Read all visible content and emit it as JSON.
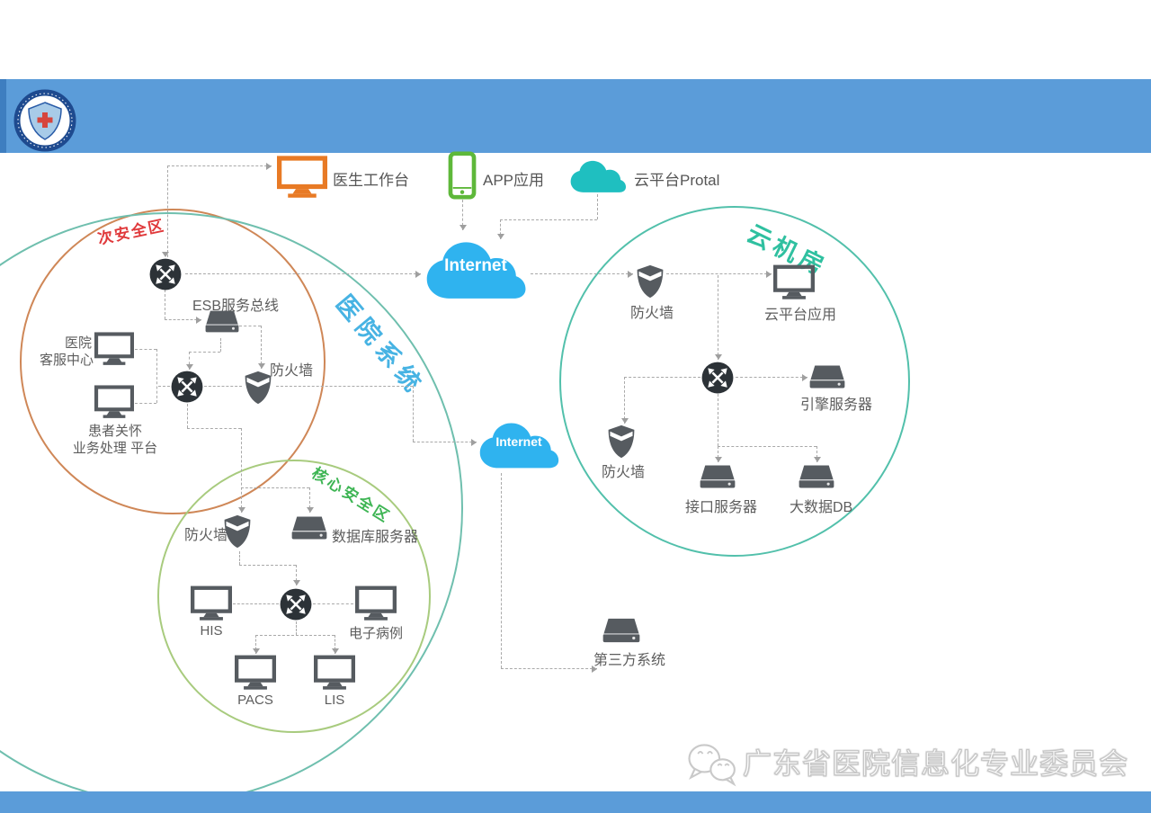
{
  "legend": {
    "doctor_workstation": "医生工作台",
    "app": "APP应用",
    "cloud_portal": "云平台Protal"
  },
  "internet": {
    "top": "Internet",
    "middle": "Internet"
  },
  "zones": {
    "secondary": "次安全区",
    "hospital_system": "医院系统",
    "core": "核心安全区",
    "cloud_room": "云机房"
  },
  "hospital_zone": {
    "esb": "ESB服务总线",
    "service_center_l1": "医院",
    "service_center_l2": "客服中心",
    "patient_care_l1": "患者关怀",
    "patient_care_l2": "业务处理 平台",
    "firewall": "防火墙"
  },
  "core_zone": {
    "firewall": "防火墙",
    "database_server": "数据库服务器",
    "his": "HIS",
    "emr": "电子病例",
    "pacs": "PACS",
    "lis": "LIS"
  },
  "cloud_zone": {
    "firewall_top": "防火墙",
    "cloud_app": "云平台应用",
    "engine_server": "引擎服务器",
    "firewall_left": "防火墙",
    "interface_server": "接口服务器",
    "bigdata_db": "大数据DB"
  },
  "external": {
    "third_party": "第三方系统"
  },
  "footer": {
    "org_name": "广东省医院信息化专业委员会"
  },
  "colors": {
    "header_blue": "#5b9cd9",
    "orange": "#e87a25",
    "green": "#5eb83a",
    "teal": "#1fbfc0",
    "internet_blue": "#2fb3ef",
    "zone_red": "#e0393b",
    "zone_green": "#3eb554",
    "zone_teal": "#2fc0a0",
    "system_blue": "#47b3e3"
  }
}
